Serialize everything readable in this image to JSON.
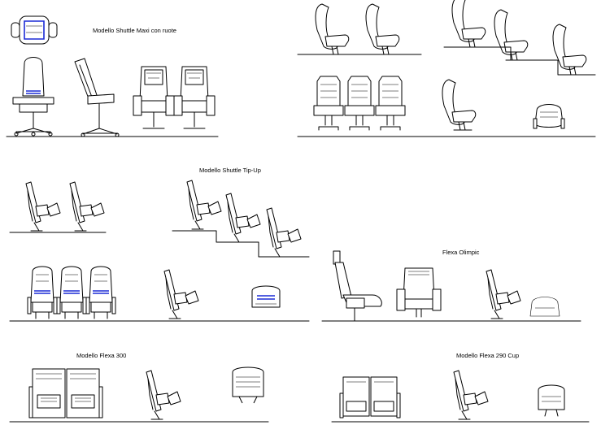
{
  "labels": {
    "shuttle_maxi": "Modello Shuttle Maxi con ruote",
    "shuttle_tipup": "Modello Shuttle Tip-Up",
    "flexa_olimpic": "Flexa Olimpic",
    "flexa_300": "Modello Flexa 300",
    "flexa_290": "Modello Flexa 290 Cup"
  },
  "colors": {
    "ink": "#000000",
    "accent": "#1c2bd6",
    "background": "#ffffff"
  }
}
